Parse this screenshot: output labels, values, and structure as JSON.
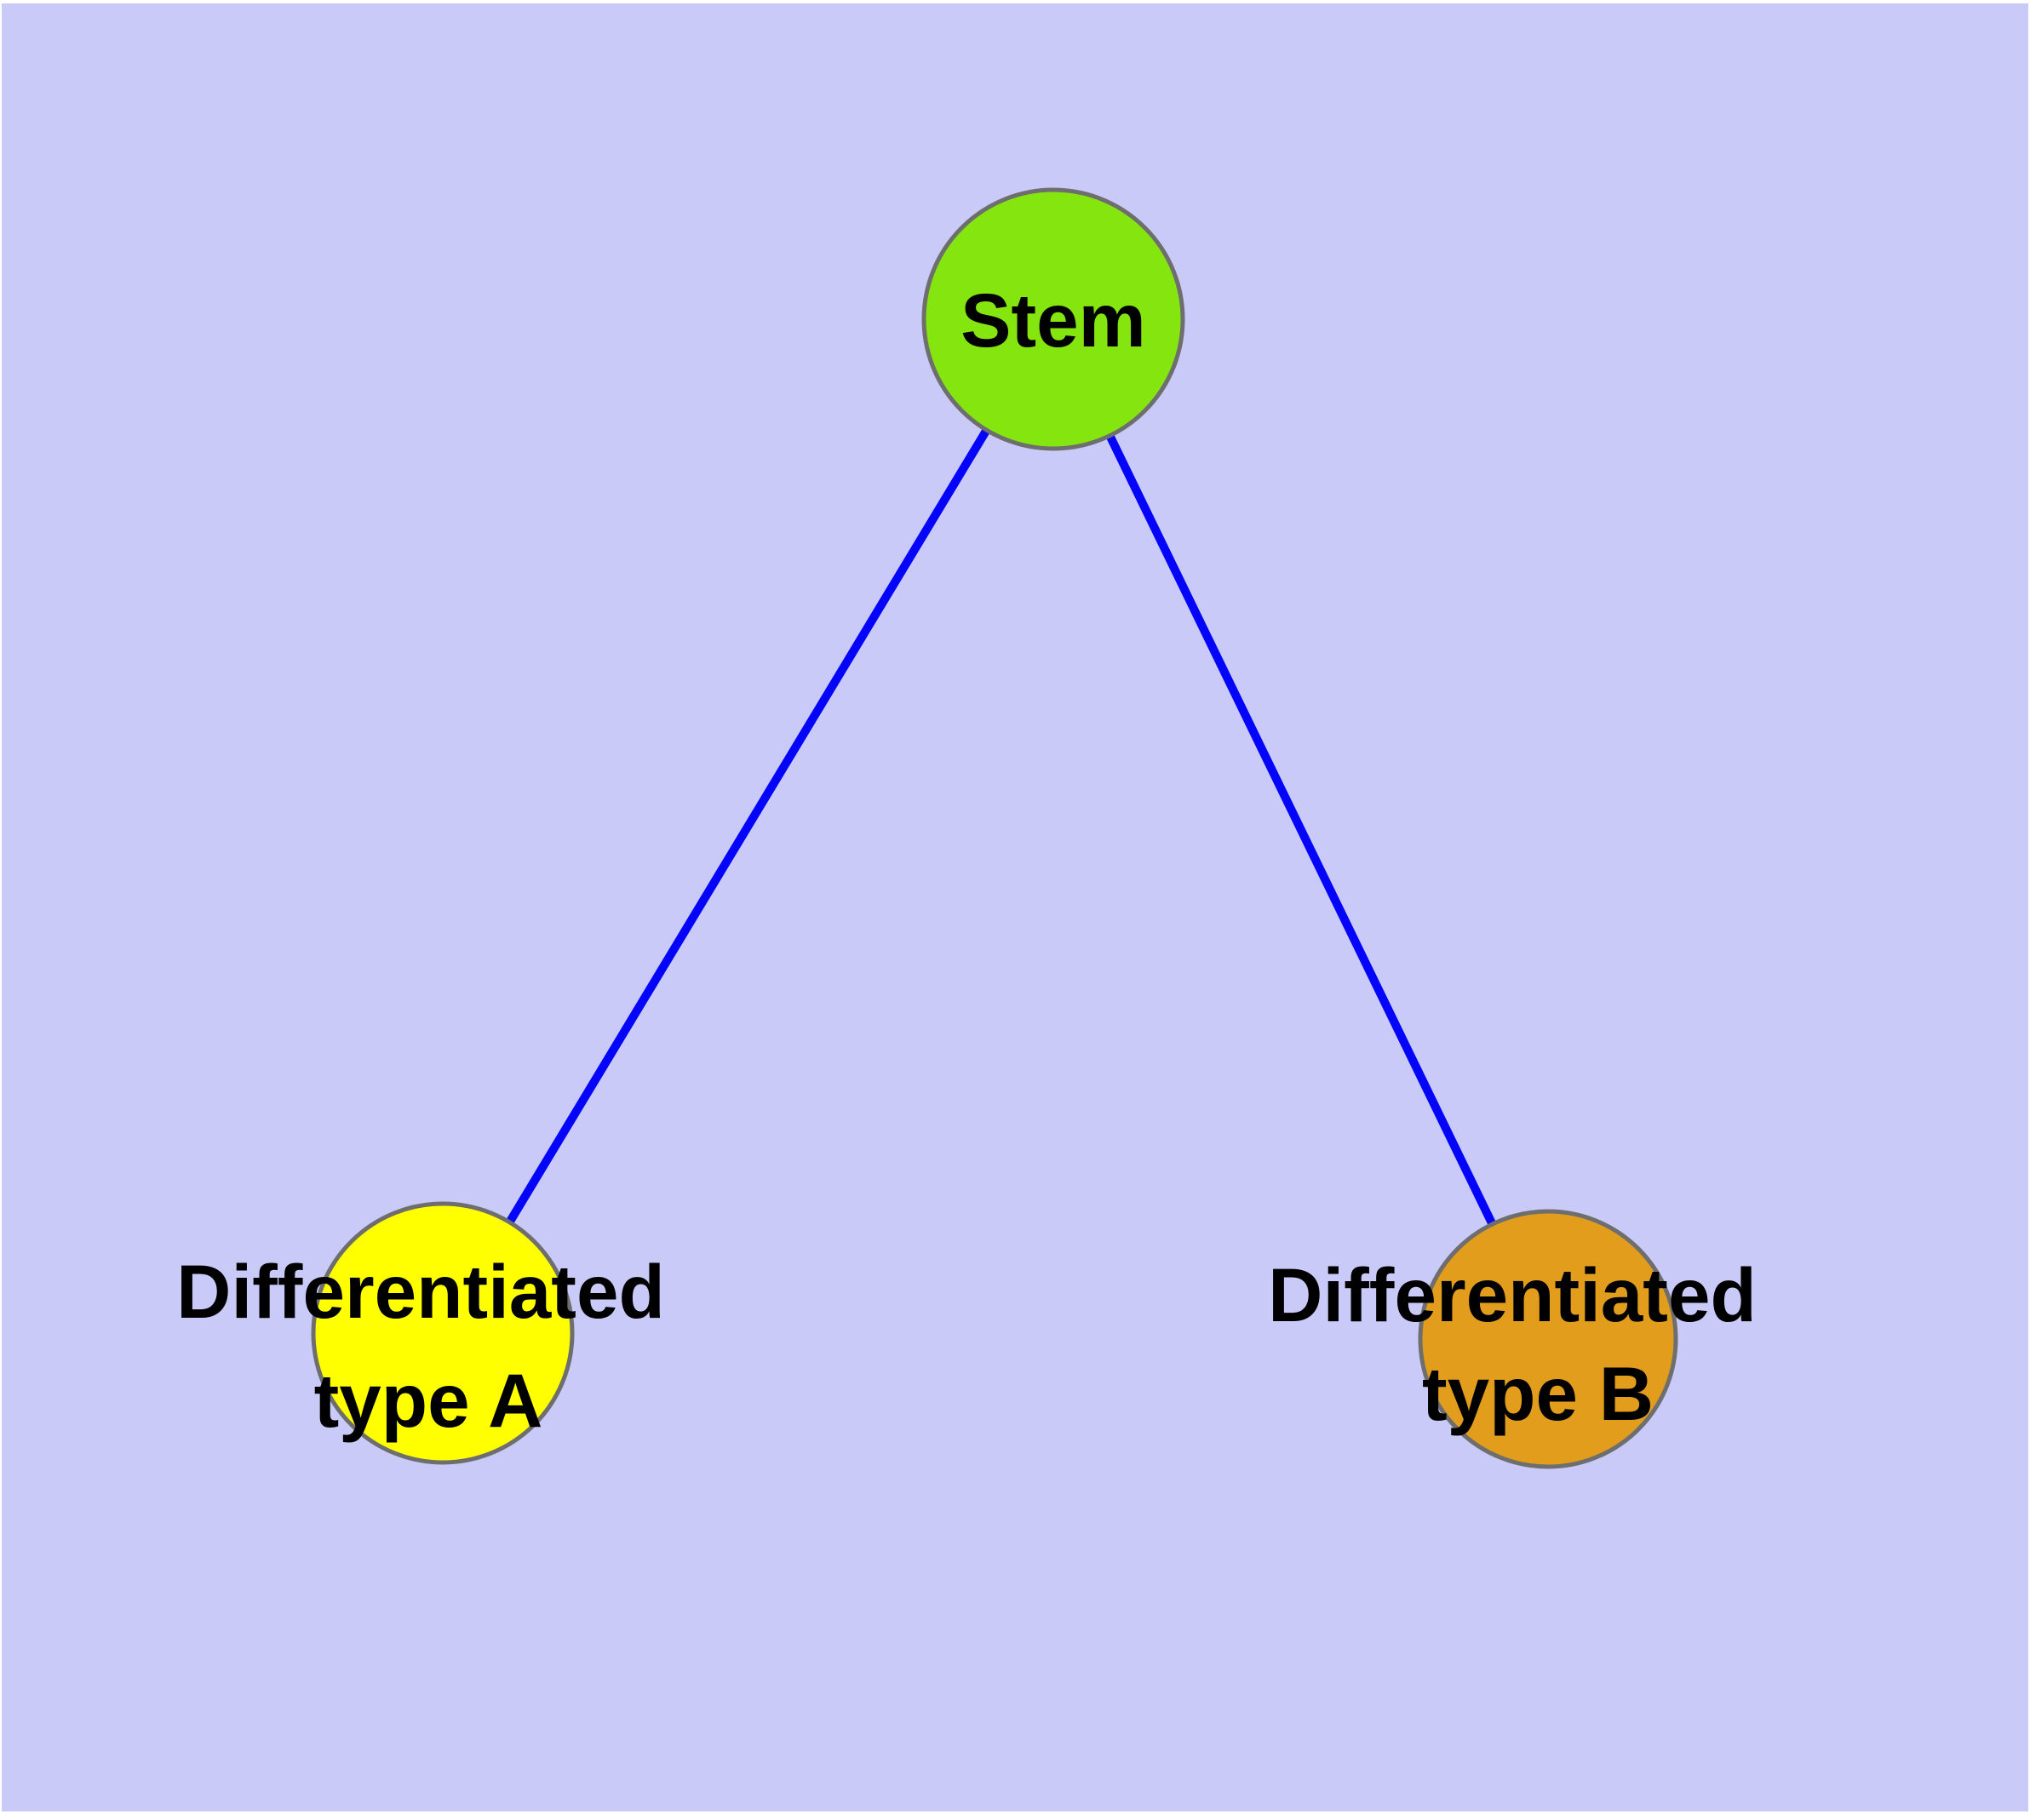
{
  "colors": {
    "page_margin": "#ffffff",
    "background": "#cacaf8",
    "edge": "#0404fb",
    "node_border": "#6e6e6e",
    "label_text": "#000000"
  },
  "nodes": {
    "stem": {
      "label": "Stem",
      "fill": "#85e60f"
    },
    "type_a": {
      "label": "Differentiated type A",
      "line1": "Differentiated",
      "line2": "type A",
      "fill": "#ffff00"
    },
    "type_b": {
      "label": "Differentiated type B",
      "line1": "Differentiated",
      "line2": "type B",
      "fill": "#e29d1c"
    }
  },
  "edges": [
    {
      "from": "Stem",
      "to": "Differentiated type A",
      "color": "#0404fb"
    },
    {
      "from": "Stem",
      "to": "Differentiated type B",
      "color": "#0404fb"
    }
  ]
}
